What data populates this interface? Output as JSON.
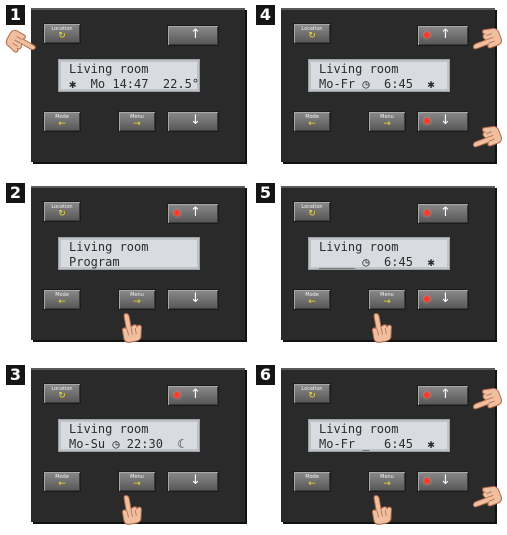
{
  "button_labels": {
    "location": "Location",
    "mode": "Mode",
    "menu": "Menu",
    "location_arrow": "↻",
    "mode_arrow": "←",
    "menu_arrow": "→",
    "up_arrow": "↑",
    "down_arrow": "↓"
  },
  "colors": {
    "device_body": "#2a2a2a",
    "button_face": "#6e6e6e",
    "lcd_background": "#d8dbdf",
    "led_red": "#ff3a2a",
    "arrow_yellow": "#f2dc2a",
    "step_badge": "#161616"
  },
  "steps": [
    {
      "number": "1",
      "lcd_line1": "Living room",
      "lcd_line2": "✱  Mo 14:47  22.5°",
      "lit_up": false,
      "lit_down": false,
      "pressed": "location"
    },
    {
      "number": "4",
      "lcd_line1": "Living room",
      "lcd_line2": "Mo-Fr ◷  6:45  ✱",
      "lit_up": true,
      "lit_down": true,
      "pressed": "up-down"
    },
    {
      "number": "2",
      "lcd_line1": "Living room",
      "lcd_line2": "Program",
      "lit_up": true,
      "lit_down": false,
      "pressed": "menu"
    },
    {
      "number": "5",
      "lcd_line1": "Living room",
      "lcd_line2": "_____ ◷  6:45  ✱",
      "lit_up": true,
      "lit_down": true,
      "pressed": "menu"
    },
    {
      "number": "3",
      "lcd_line1": "Living room",
      "lcd_line2": "Mo-Su ◷ 22:30  ☾",
      "lit_up": true,
      "lit_down": false,
      "pressed": "menu"
    },
    {
      "number": "6",
      "lcd_line1": "Living room",
      "lcd_line2": "Mo-Fr _  6:45  ✱",
      "lit_up": true,
      "lit_down": true,
      "pressed": "up-down-menu"
    }
  ]
}
